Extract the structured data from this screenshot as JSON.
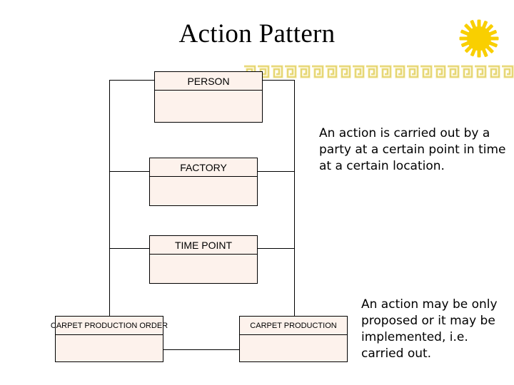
{
  "slide": {
    "title": "Action Pattern",
    "background_color": "#ffffff",
    "accent_color": "#f5d800",
    "box_fill_color": "#fdf2ec",
    "line_color": "#000000"
  },
  "decorations": {
    "sun": {
      "icon": "sun-starburst-icon",
      "color": "#f9cf00"
    },
    "border": {
      "icon": "greek-key-border-icon",
      "color": "#e8d97a",
      "fill": "#f8f0b8"
    }
  },
  "diagram": {
    "boxes": [
      {
        "id": "person",
        "title": "PERSON"
      },
      {
        "id": "factory",
        "title": "FACTORY"
      },
      {
        "id": "timepoint",
        "title": "TIME POINT"
      },
      {
        "id": "cp_order",
        "title": "CARPET PRODUCTION ORDER"
      },
      {
        "id": "cp",
        "title": "CARPET PRODUCTION"
      }
    ]
  },
  "notes": {
    "top": "An action is carried out by a party at a certain point in time at a certain location.",
    "bottom": "An action may be only proposed or it may be implemented, i.e. carried out."
  }
}
